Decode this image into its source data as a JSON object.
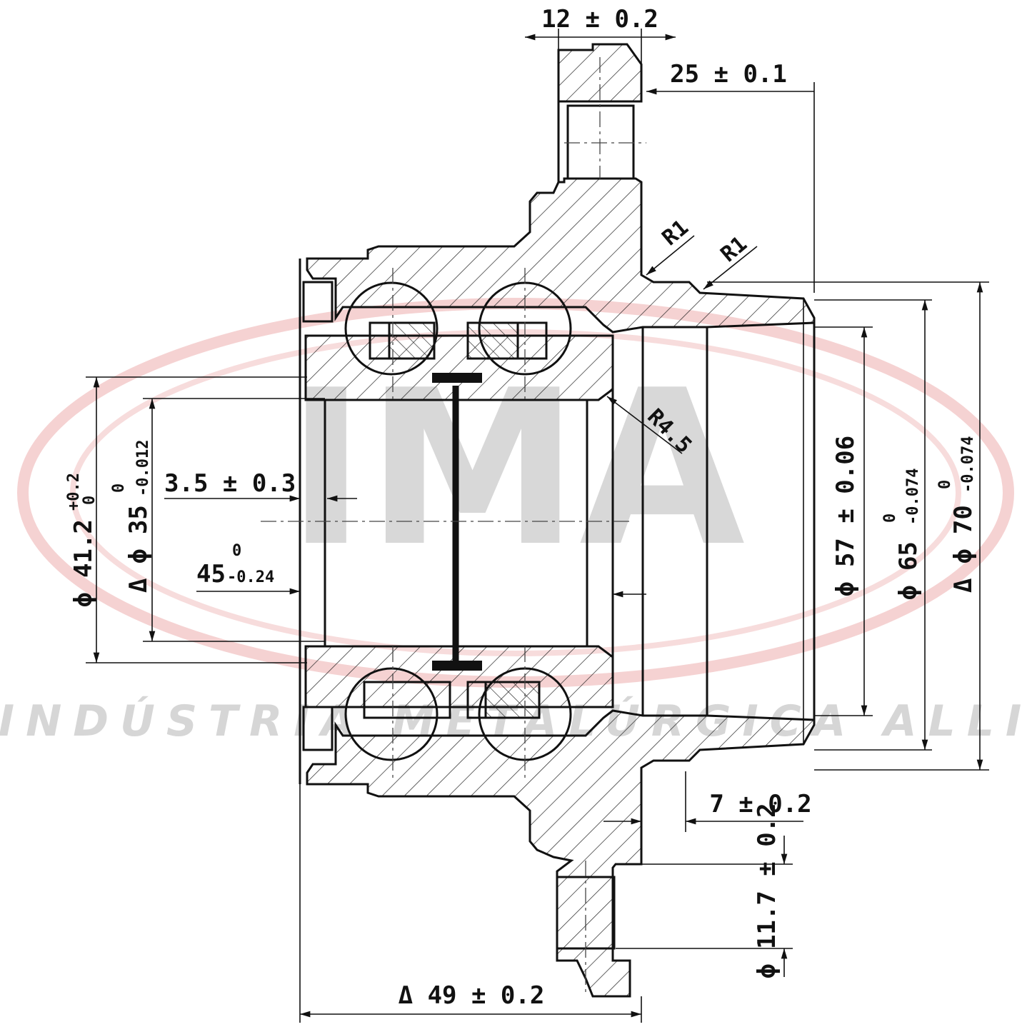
{
  "watermark": {
    "logo_text": "IMA",
    "subtitle": "INDÚSTRIA METALÚRGICA ALLI",
    "ring_color": "#f3c6c6",
    "logo_color": "#d8d8d8"
  },
  "dimensions": {
    "flange_thickness": "12 ± 0.2",
    "flange_to_face": "25 ± 0.1",
    "fillet_1": "R1",
    "fillet_2": "R1",
    "fillet_3": "R4.5",
    "chamfer": "3.5 ± 0.3",
    "bore_width_main": "45",
    "bore_width_upper": "0",
    "bore_width_lower": "-0.24",
    "inner_dia_a_main": "ϕ 41.2",
    "inner_dia_a_upper": "+0.2",
    "inner_dia_a_lower": "0",
    "inner_dia_b_main": "Δ ϕ 35",
    "inner_dia_b_upper": "0",
    "inner_dia_b_lower": "-0.012",
    "pilot_dia": "ϕ 57 ± 0.06",
    "outer_dia_main": "ϕ 65",
    "outer_dia_upper": "0",
    "outer_dia_lower": "-0.074",
    "outer_dia_b_main": "Δ ϕ 70",
    "outer_dia_b_upper": "0",
    "outer_dia_b_lower": "-0.074",
    "step_width": "7 ± 0.2",
    "bolt_hole_dia": "ϕ 11.7 ± 0.2",
    "overall_width": "Δ 49 ± 0.2"
  }
}
